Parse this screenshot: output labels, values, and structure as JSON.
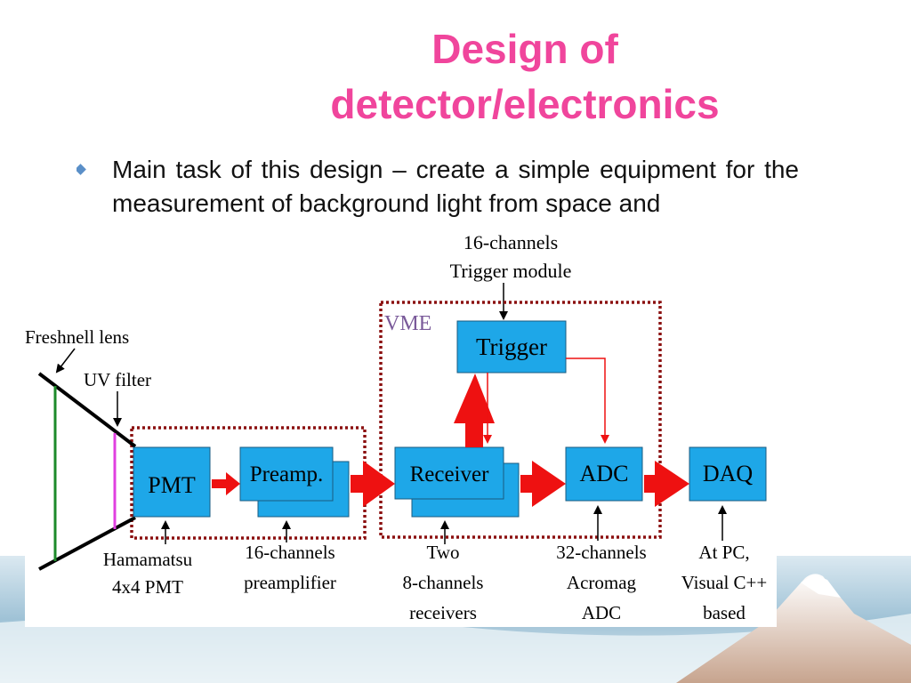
{
  "slide": {
    "title_line1": "Design of",
    "title_line2": "detector/electronics",
    "bullet": "Main task of this design – create a simple equipment for the measurement of background light from space and"
  },
  "colors": {
    "title": "#f0459c",
    "box_fill": "#1ea7e8",
    "arrow_red": "#ee1111",
    "frame_dotted": "#8b1010",
    "lens_green": "#1d8a2a",
    "filter_magenta": "#e040e0"
  },
  "diagram": {
    "vme_label": "VME",
    "trigger_module_label_1": "16-channels",
    "trigger_module_label_2": "Trigger module",
    "lens_label": "Freshnell lens",
    "filter_label": "UV filter",
    "boxes": {
      "trigger": "Trigger",
      "pmt": "PMT",
      "preamp": "Preamp.",
      "receiver": "Receiver",
      "adc": "ADC",
      "daq": "DAQ"
    },
    "captions": {
      "pmt": [
        "Hamamatsu",
        "4x4 PMT"
      ],
      "preamp": [
        "16-channels",
        "preamplifier"
      ],
      "receiver": [
        "Two",
        "8-channels",
        "receivers"
      ],
      "adc": [
        "32-channels",
        "Acromag",
        "ADC"
      ],
      "daq": [
        "At PC,",
        "Visual C++",
        "based"
      ]
    }
  }
}
